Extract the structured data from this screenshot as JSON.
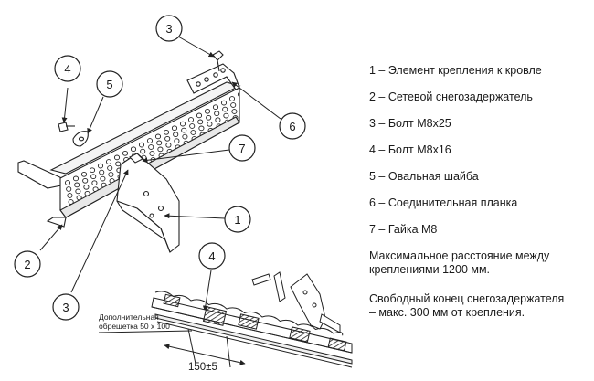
{
  "callouts": {
    "c1": "1",
    "c2": "2",
    "c3_top": "3",
    "c3_bottom": "3",
    "c4_top": "4",
    "c4_bottom": "4",
    "c5": "5",
    "c6": "6",
    "c7": "7"
  },
  "legend": {
    "items": [
      "1 – Элемент крепления к кровле",
      "2 – Сетевой снегозадержатель",
      "3 – Болт М8х25",
      "4 – Болт М8х16",
      "5 – Овальная шайба",
      "6 – Соединительная планка",
      "7 – Гайка М8"
    ],
    "note_max_line1": "Максимальное расстояние между",
    "note_max_line2": "креплениями 1200 мм.",
    "note_free_line1": "Свободный конец снегозадержателя",
    "note_free_line2": "– макс. 300 мм от крепления."
  },
  "detail": {
    "batten_label_line1": "Дополнительная",
    "batten_label_line2": "обрешетка 50 х 100",
    "dimension": "150±5"
  }
}
